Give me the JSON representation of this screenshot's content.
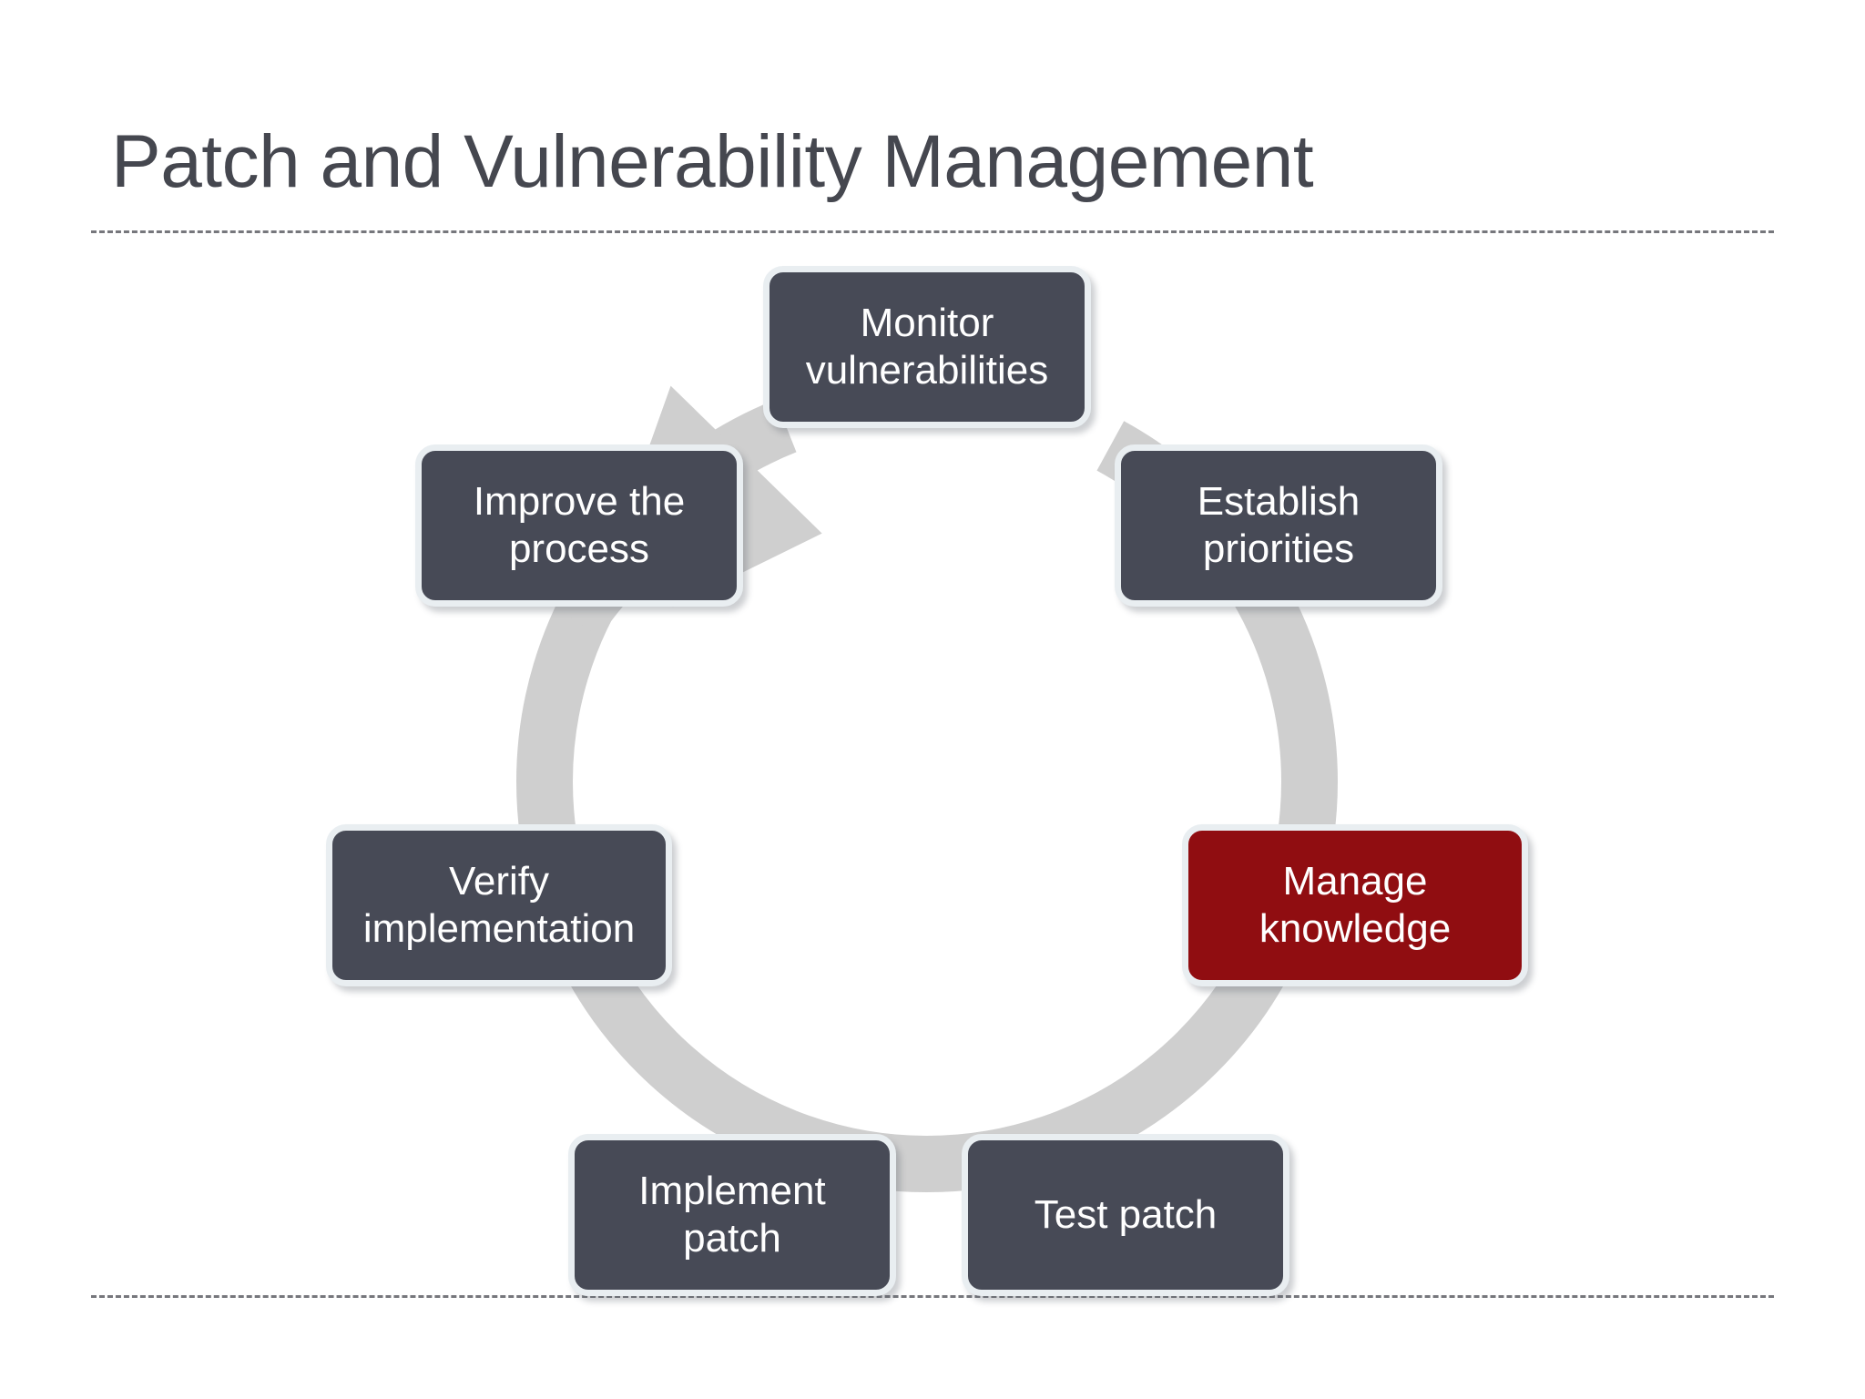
{
  "slide": {
    "title": "Patch and Vulnerability Management",
    "background_color": "#ffffff"
  },
  "colors": {
    "title_text": "#45474F",
    "rule": "#76777C",
    "node_fill": "#474A56",
    "node_accent_fill": "#900D11",
    "node_border": "#E9EEF1",
    "node_text": "#FFFFFF",
    "ring": "#CFCFCF"
  },
  "chart_data": {
    "type": "diagram",
    "diagram_kind": "continuous-cycle",
    "title": "Patch and Vulnerability Management",
    "direction": "clockwise",
    "arrowhead_between": [
      "Improve the process",
      "Monitor vulnerabilities"
    ],
    "nodes": [
      {
        "id": "monitor-vulnerabilities",
        "label": "Monitor\nvulnerabilities",
        "line1": "Monitor",
        "line2": "vulnerabilities",
        "order": 1,
        "highlighted": false
      },
      {
        "id": "establish-priorities",
        "label": "Establish\npriorities",
        "line1": "Establish",
        "line2": "priorities",
        "order": 2,
        "highlighted": false
      },
      {
        "id": "manage-knowledge",
        "label": "Manage\nknowledge",
        "line1": "Manage",
        "line2": "knowledge",
        "order": 3,
        "highlighted": true
      },
      {
        "id": "test-patch",
        "label": "Test patch",
        "line1": "Test patch",
        "line2": "",
        "order": 4,
        "highlighted": false
      },
      {
        "id": "implement-patch",
        "label": "Implement\npatch",
        "line1": "Implement",
        "line2": "patch",
        "order": 5,
        "highlighted": false
      },
      {
        "id": "verify-implementation",
        "label": "Verify\nimplementation",
        "line1": "Verify",
        "line2": "implementation",
        "order": 6,
        "highlighted": false
      },
      {
        "id": "improve-the-process",
        "label": "Improve the\nprocess",
        "line1": "Improve the",
        "line2": "process",
        "order": 7,
        "highlighted": false
      }
    ]
  }
}
